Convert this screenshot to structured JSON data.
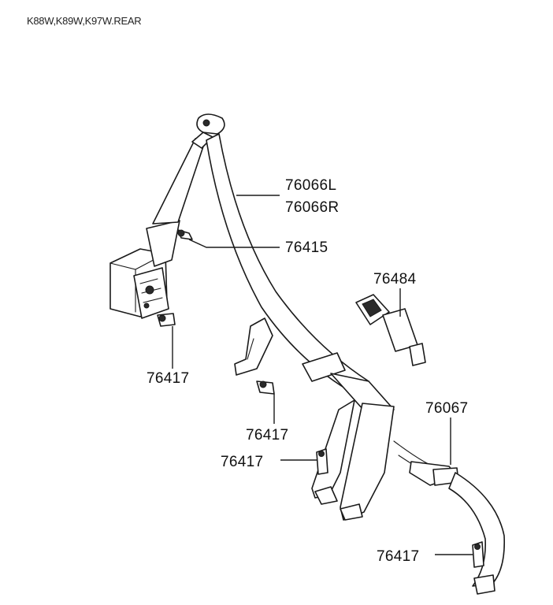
{
  "header": {
    "text": "K88W,K89W,K97W.REAR"
  },
  "labels": [
    {
      "id": "76066L",
      "text": "76066L"
    },
    {
      "id": "76066R",
      "text": "76066R"
    },
    {
      "id": "76415",
      "text": "76415"
    },
    {
      "id": "76484",
      "text": "76484"
    },
    {
      "id": "76417a",
      "text": "76417"
    },
    {
      "id": "76417b",
      "text": "76417"
    },
    {
      "id": "76417c",
      "text": "76417"
    },
    {
      "id": "76067",
      "text": "76067"
    },
    {
      "id": "76417d",
      "text": "76417"
    }
  ]
}
